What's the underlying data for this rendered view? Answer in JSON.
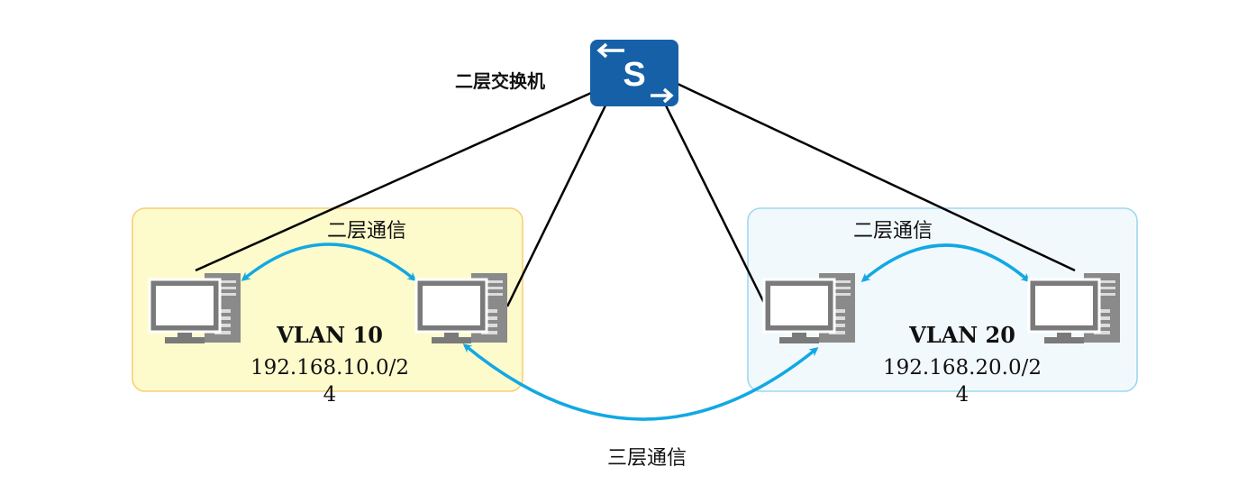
{
  "switch": {
    "label": "二层交换机",
    "icon": "layer2-switch-icon",
    "icon_letter": "S",
    "color": "#1660a8"
  },
  "vlan_left": {
    "name": "VLAN 10",
    "subnet_line1": "192.168.10.0/2",
    "subnet_line2": "4",
    "l2_label": "二层通信",
    "fill": "#fdfbcc",
    "border": "#f7cf7c"
  },
  "vlan_right": {
    "name": "VLAN 20",
    "subnet_line1": "192.168.20.0/2",
    "subnet_line2": "4",
    "l2_label": "二层通信",
    "fill": "#f2f9fd",
    "border": "#9ed8f0"
  },
  "l3_label": "三层通信",
  "arrow_color": "#12a8e3",
  "computer_icon": "desktop-computer-icon"
}
